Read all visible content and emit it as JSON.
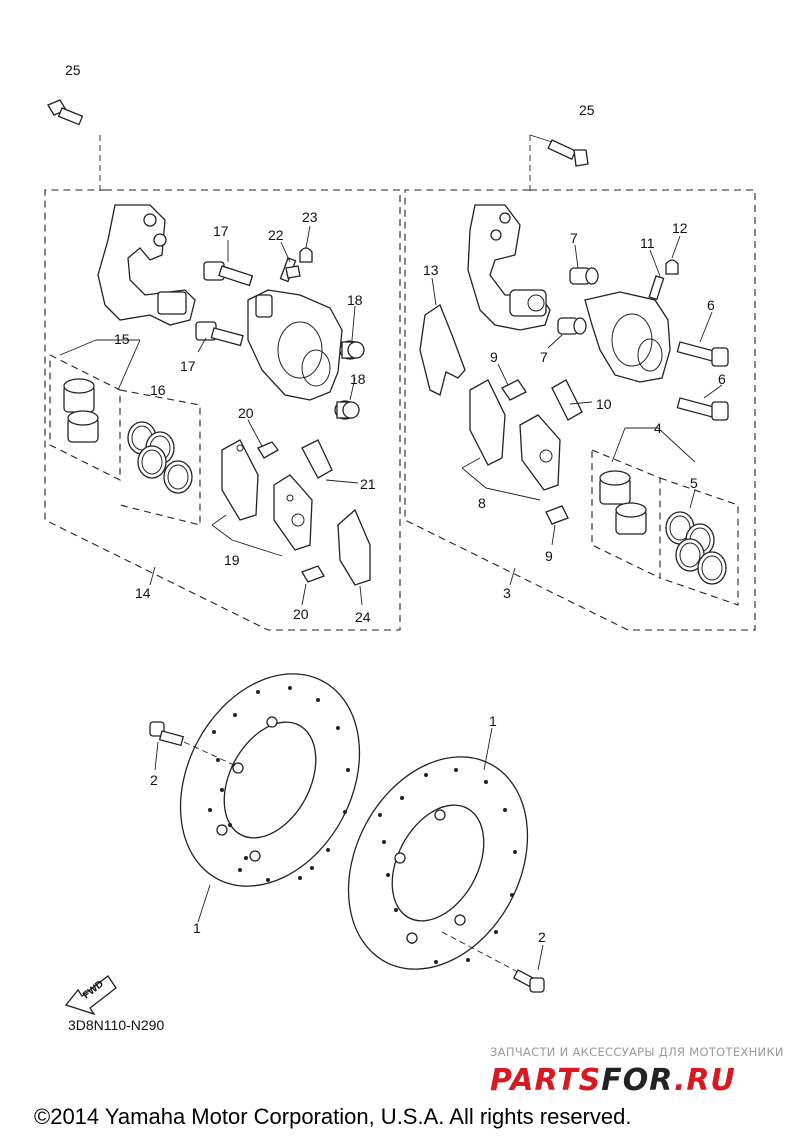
{
  "diagram": {
    "callouts": {
      "c25_left": "25",
      "c25_right": "25",
      "c17_top": "17",
      "c17_bottom": "17",
      "c22": "22",
      "c23": "23",
      "c18_top": "18",
      "c18_bottom": "18",
      "c15": "15",
      "c16": "16",
      "c20_top": "20",
      "c20_bottom": "20",
      "c21": "21",
      "c19": "19",
      "c24": "24",
      "c14": "14",
      "c13": "13",
      "c7_top": "7",
      "c7_bottom": "7",
      "c11": "11",
      "c12": "12",
      "c6_top": "6",
      "c6_bottom": "6",
      "c9_top": "9",
      "c9_bottom": "9",
      "c10": "10",
      "c8": "8",
      "c4": "4",
      "c5": "5",
      "c3": "3",
      "c1_left": "1",
      "c1_right": "1",
      "c2_left": "2",
      "c2_right": "2"
    },
    "fwd_label": "FWD",
    "diagram_code": "3D8N110-N290"
  },
  "watermark": {
    "line1": "ЗАПЧАСТИ И АКСЕССУАРЫ ДЛЯ МОТОТЕХНИКИ",
    "brand_a": "PARTS",
    "brand_b": "FOR",
    "brand_c": ".RU",
    "color_red": "#d9181f",
    "color_black": "#222222"
  },
  "copyright": "©2014 Yamaha Motor Corporation, U.S.A. All rights reserved."
}
